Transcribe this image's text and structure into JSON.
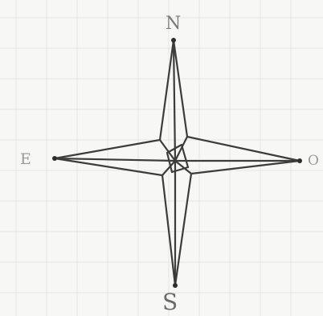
{
  "compass": {
    "north_label": "N",
    "south_label": "S",
    "east_label": "E",
    "west_label": "O"
  },
  "colors": {
    "paper": "#f7f7f5",
    "grid": "#e4e4e2",
    "ink": "#3c3c3c",
    "label_ink": "#8a8a8a"
  }
}
